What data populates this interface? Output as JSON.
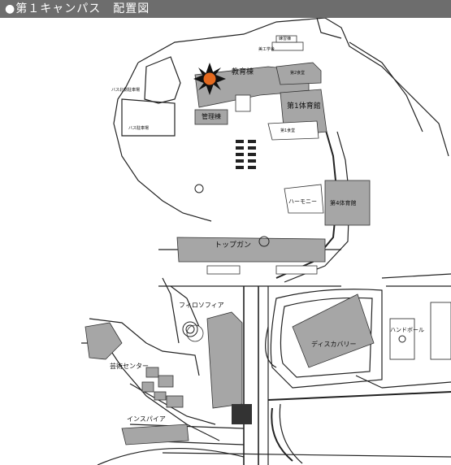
{
  "title": "●第１キャンパス　配置図",
  "labels": {
    "kyoiku": "教育棟",
    "bikogakuin": "美工学舎",
    "renshu": "練習棟",
    "dai2shokudo": "第2食堂",
    "dai1taiikukan": "第1体育館",
    "kanri": "管理棟",
    "dai1shokudo": "第1食堂",
    "bus_north": "バス北側駐車場",
    "bus_parking": "バス駐車場",
    "harmony": "ハーモニー",
    "dai4taiikukan": "第4体育館",
    "topgun": "トップガン",
    "philosophy": "フィロソフィア",
    "discovery": "ディスカバリー",
    "handball": "ハンドボール",
    "geijutsu": "芸術センター",
    "inspire": "インスパイア"
  },
  "colors": {
    "title_bg": "#6d6d6d",
    "building": "#a6a6a6",
    "building_dark": "#8a8a8a",
    "marker": "#e4691e"
  },
  "icons": {
    "marker": "sunburst-marker-icon"
  }
}
